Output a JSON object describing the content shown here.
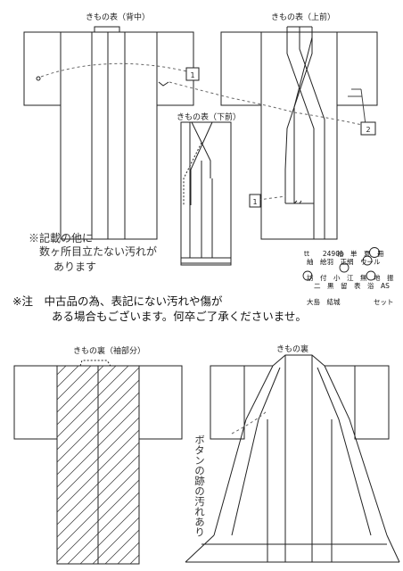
{
  "views": {
    "back": "きもの表（背中）",
    "front_upper": "きもの表（上前）",
    "front_lower": "きもの表（下前）",
    "sleeve_inner": "きもの裏（袖部分）",
    "inner": "きもの裏"
  },
  "markers": [
    "1",
    "2",
    "1"
  ],
  "handwritten": {
    "line1": "※記載の他に",
    "line2": "数ヶ所目立たない汚れが",
    "line3": "あります",
    "vertical": "ボタンの跡の汚れあり"
  },
  "notice": {
    "line1": "※注　中古品の為、表記にない汚れや傷が",
    "line2": "ある場合もございます。何卒ご了承くださいませ。"
  },
  "checklist": {
    "code": "tt　　2490b",
    "row1": "袷　単　夏　冊",
    "row2": "紬　絵羽　正絹　ウール",
    "row3": "訪　付　小　江　無　地　振",
    "row4": "二　黒　留　表　浴　AS",
    "row5": "　　　　　　　　　　",
    "row6": "大島　結城　　　　　セット"
  }
}
